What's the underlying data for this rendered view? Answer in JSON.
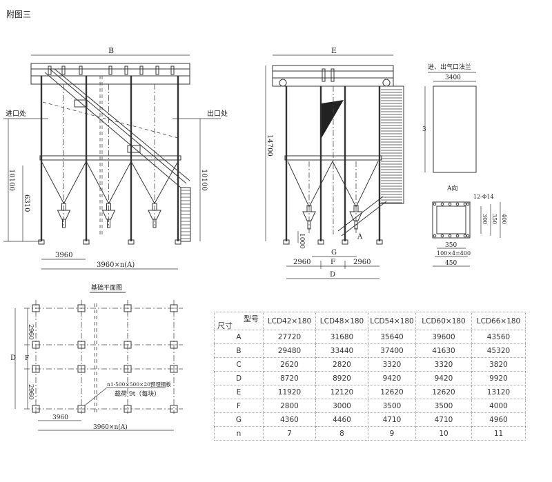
{
  "title": "附图三",
  "front_view": {
    "B": "B",
    "inlet": "进口处",
    "outlet": "出口处",
    "h_total_left": "10100",
    "h_total_right": "10100",
    "h_hopper": "6310",
    "pitch": "3960",
    "span": "3960×n(A)"
  },
  "side_view": {
    "E": "E",
    "height": "14700",
    "clearance": "1000",
    "G": "G",
    "F": "F",
    "left": "2960",
    "right": "2960",
    "D": "D",
    "A": "A"
  },
  "flange": {
    "title": "进、出气口法兰",
    "width": "3400",
    "height": "3",
    "view_title": "A向",
    "holes": "12-Φ14",
    "d300": "300",
    "d350v": "350",
    "d400": "400",
    "d350h": "350",
    "d_pitch": "100×4=400",
    "d450": "450"
  },
  "foundation": {
    "title": "基础平面图",
    "upper": "2960",
    "lower": "2960",
    "D": "D",
    "F": "F",
    "plate": "n1-500×500×20预埋钢板",
    "load": "载荷 9t（每块）",
    "pitch": "3960",
    "span": "3960×n(A)"
  },
  "table": {
    "corner_row": "尺寸",
    "corner_col": "型号",
    "models": [
      "LCD42×180",
      "LCD48×180",
      "LCD54×180",
      "LCD60×180",
      "LCD66×180"
    ],
    "rows": [
      {
        "label": "A",
        "values": [
          "27720",
          "31680",
          "35640",
          "39600",
          "43560"
        ]
      },
      {
        "label": "B",
        "values": [
          "29480",
          "33440",
          "37400",
          "41630",
          "45320"
        ]
      },
      {
        "label": "C",
        "values": [
          "2620",
          "2820",
          "3320",
          "3320",
          "3820"
        ]
      },
      {
        "label": "D",
        "values": [
          "8720",
          "8920",
          "9420",
          "9420",
          "9920"
        ]
      },
      {
        "label": "E",
        "values": [
          "11920",
          "12120",
          "12620",
          "12620",
          "13120"
        ]
      },
      {
        "label": "F",
        "values": [
          "2800",
          "3000",
          "3500",
          "3500",
          "4000"
        ]
      },
      {
        "label": "G",
        "values": [
          "4360",
          "4460",
          "4710",
          "4710",
          "4960"
        ]
      },
      {
        "label": "n",
        "values": [
          "7",
          "8",
          "9",
          "10",
          "11"
        ]
      }
    ]
  }
}
